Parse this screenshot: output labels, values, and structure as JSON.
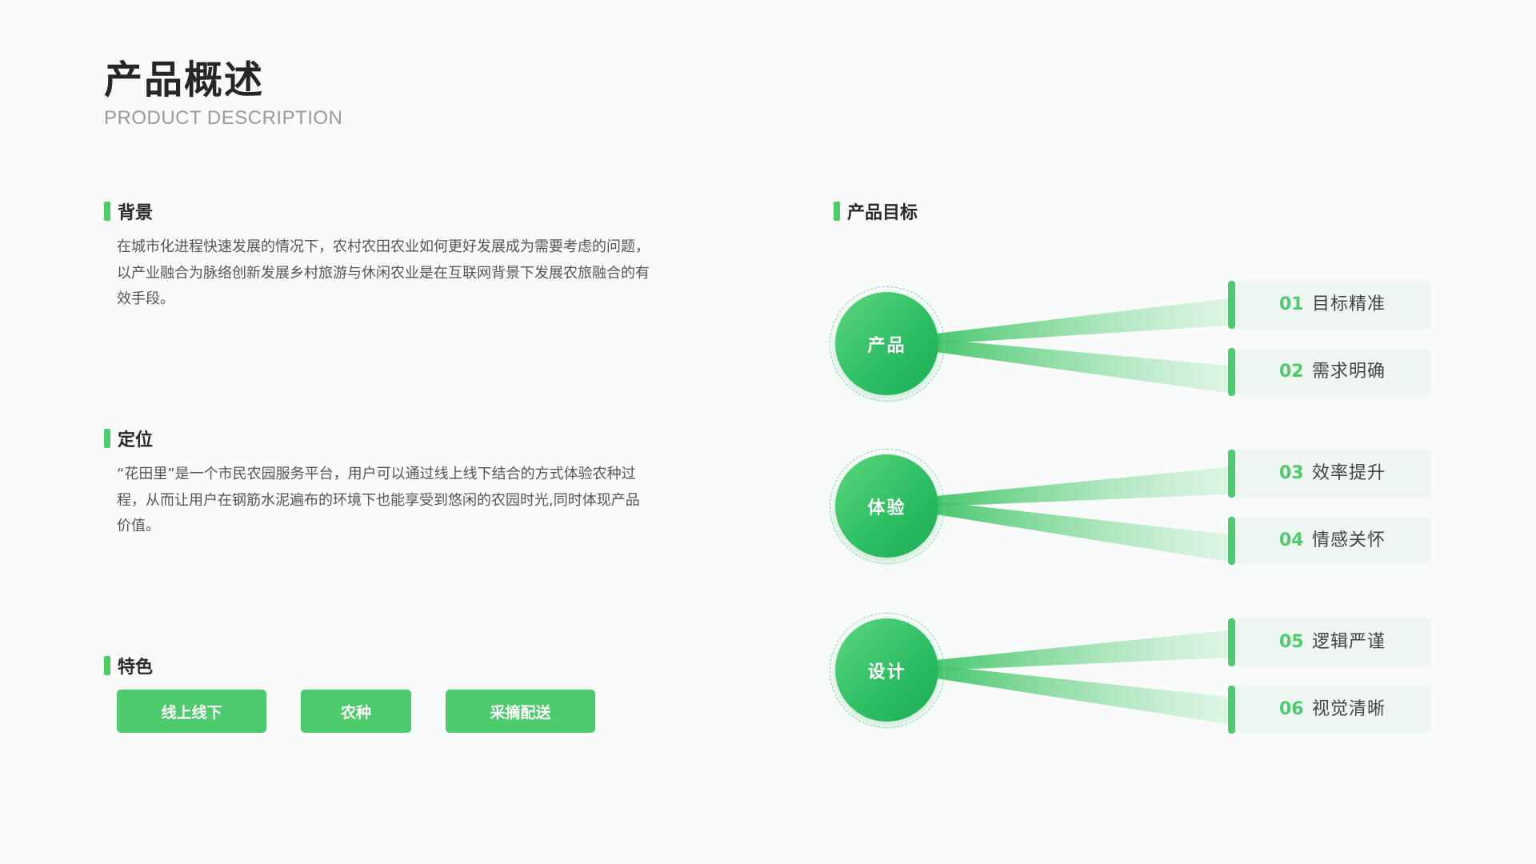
{
  "header": {
    "title": "产品概述",
    "subtitle": "PRODUCT DESCRIPTION"
  },
  "sections": {
    "background": {
      "heading": "背景",
      "text": "在城市化进程快速发展的情况下，农村农田农业如何更好发展成为需要考虑的问题，以产业融合为脉络创新发展乡村旅游与休闲农业是在互联网背景下发展农旅融合的有效手段。"
    },
    "positioning": {
      "heading": "定位",
      "text": "“花田里”是一个市民农园服务平台，用户可以通过线上线下结合的方式体验农种过程，从而让用户在钢筋水泥遍布的环境下也能享受到悠闲的农园时光,同时体现产品价值。"
    },
    "features": {
      "heading": "特色",
      "tags": [
        "线上线下",
        "农种",
        "采摘配送"
      ]
    }
  },
  "goals": {
    "heading": "产品目标",
    "groups": [
      {
        "label": "产品",
        "items": [
          {
            "num": "01",
            "label": "目标精准"
          },
          {
            "num": "02",
            "label": "需求明确"
          }
        ]
      },
      {
        "label": "体验",
        "items": [
          {
            "num": "03",
            "label": "效率提升"
          },
          {
            "num": "04",
            "label": "情感关怀"
          }
        ]
      },
      {
        "label": "设计",
        "items": [
          {
            "num": "05",
            "label": "逻辑严谨"
          },
          {
            "num": "06",
            "label": "视觉清晰"
          }
        ]
      }
    ]
  },
  "colors": {
    "accent": "#4ecb6c",
    "goal_bg": "#eef6f1",
    "page_bg": "#f8fbfa"
  }
}
